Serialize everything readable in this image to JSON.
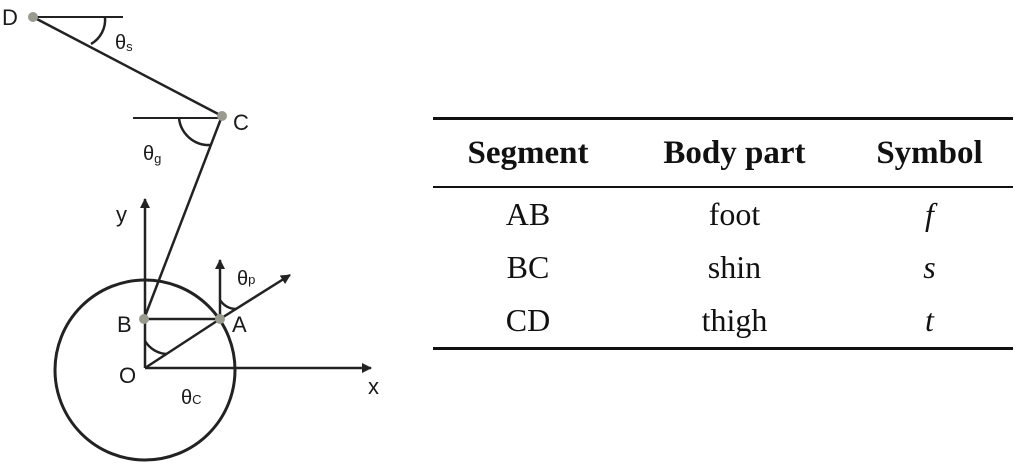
{
  "diagram": {
    "points": {
      "D": "D",
      "C": "C",
      "B": "B",
      "A": "A",
      "O": "O"
    },
    "axes": {
      "x": "x",
      "y": "y"
    },
    "angles": {
      "s": {
        "theta": "θ",
        "sub": "s"
      },
      "g": {
        "theta": "θ",
        "sub": "g"
      },
      "p": {
        "theta": "θ",
        "sub": "p"
      },
      "c": {
        "theta": "θ",
        "sub": "C"
      }
    }
  },
  "table": {
    "headers": [
      "Segment",
      "Body part",
      "Symbol"
    ],
    "rows": [
      [
        "AB",
        "foot",
        "f"
      ],
      [
        "BC",
        "shin",
        "s"
      ],
      [
        "CD",
        "thigh",
        "t"
      ]
    ]
  }
}
